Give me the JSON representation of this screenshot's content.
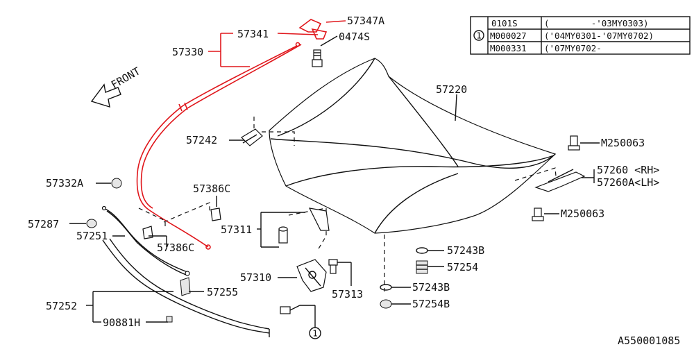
{
  "colors": {
    "highlight": "#e0161b",
    "ink": "#111111"
  },
  "direction_label": "FRONT",
  "reference_marker": "1",
  "footer_code": "A550001085",
  "table": {
    "marker": "1",
    "rows": [
      {
        "code": "0101S",
        "range": "(        -'03MY0303)"
      },
      {
        "code": "M000027",
        "range": "('04MY0301-'07MY0702)"
      },
      {
        "code": "M000331",
        "range": "('07MY0702-          "
      }
    ]
  },
  "labels": {
    "p57347A": "57347A",
    "p57341": "57341",
    "p0474S": "0474S",
    "p57330": "57330",
    "p57220": "57220",
    "p57242": "57242",
    "pM250063_top": "M250063",
    "p57260": "57260 <RH>",
    "p57260A": "57260A<LH>",
    "pM250063_bot": "M250063",
    "p57332A": "57332A",
    "p57386C_top": "57386C",
    "p57386C_bot": "57386C",
    "p57287": "57287",
    "p57251": "57251",
    "p57311": "57311",
    "p57243B_top": "57243B",
    "p57254_top": "57254",
    "p57310": "57310",
    "p57313": "57313",
    "p57243B_bot": "57243B",
    "p57254_bot": "57254B",
    "p57255": "57255",
    "p57252": "57252",
    "p90881H": "90881H"
  }
}
